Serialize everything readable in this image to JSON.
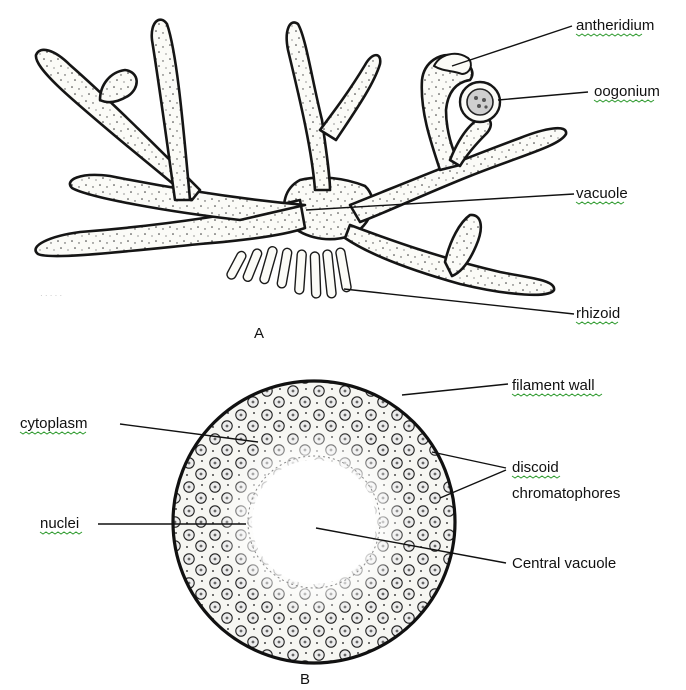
{
  "figure_a": {
    "caption": "A",
    "labels": {
      "antheridium": "antheridium",
      "oogonium": "oogonium",
      "vacuole": "vacuole",
      "rhizoid": "rhizoid"
    }
  },
  "figure_b": {
    "caption": "B",
    "labels": {
      "filament_wall": "filament wall",
      "cytoplasm": "cytoplasm",
      "discoid": "discoid",
      "chromatophores": "chromatophores",
      "nuclei": "nuclei",
      "central_vacuole": "Central vacuole"
    }
  },
  "colors": {
    "ink": "#111111",
    "background": "#ffffff",
    "spellcheck_underline": "#2e9a2e"
  }
}
